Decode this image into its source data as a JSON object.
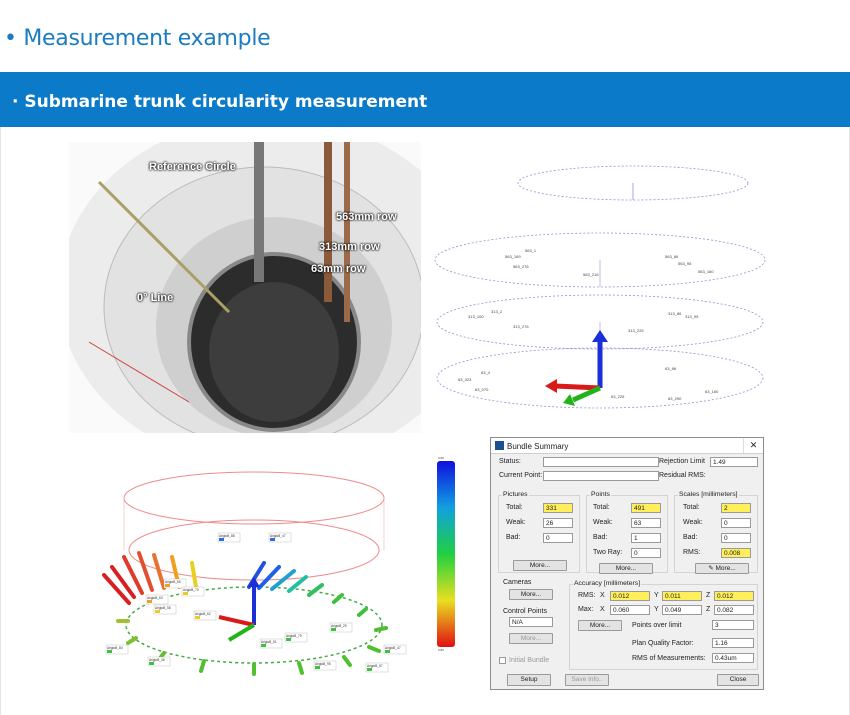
{
  "section_title": "• Measurement example",
  "banner_title": "·  Submarine trunk circularity measurement",
  "photo": {
    "labels": [
      "Reference Circle",
      "563mm row",
      "313mm row",
      "63mm row",
      "0° Line"
    ]
  },
  "wireframe": {
    "labels": [
      "563_1",
      "563_169",
      "563_276",
      "563_216",
      "563_86",
      "563_95",
      "563_160",
      "313_2",
      "313_100",
      "313_276",
      "313_225",
      "313_86",
      "313_95",
      "63_4",
      "63_323",
      "63_070",
      "63_225",
      "63_86",
      "63_290",
      "63_160"
    ]
  },
  "vector": {
    "tags": [
      "ArigloB_88",
      "ArigloB_47",
      "ArigloB_65",
      "ArigloB_70",
      "ArigloB_63",
      "ArigloB_58",
      "ArigloB_62",
      "ArigloB_84",
      "ArigloB_36",
      "ArigloB_51",
      "ArigloB_79",
      "ArigloB_29",
      "ArigloB_47",
      "ArigloB_95",
      "ArigloB_57"
    ],
    "colorbar_min": "0.80",
    "colorbar_max": "3.60"
  },
  "dialog": {
    "title": "Bundle Summary",
    "close_glyph": "✕",
    "status_label": "Status:",
    "current_point_label": "Current Point:",
    "rejection_limit_label": "Rejection Limit",
    "rejection_limit_value": "1.49",
    "residual_rms_label": "Residual RMS:",
    "pictures": {
      "title": "Pictures",
      "total_label": "Total:",
      "total": "331",
      "weak_label": "Weak:",
      "weak": "26",
      "bad_label": "Bad:",
      "bad": "0",
      "more": "More..."
    },
    "points": {
      "title": "Points",
      "total_label": "Total:",
      "total": "491",
      "weak_label": "Weak:",
      "weak": "63",
      "bad_label": "Bad:",
      "bad": "1",
      "tworay_label": "Two Ray:",
      "tworay": "0",
      "more": "More..."
    },
    "scales": {
      "title": "Scales [millimeters]",
      "total_label": "Total:",
      "total": "2",
      "weak_label": "Weak:",
      "weak": "0",
      "bad_label": "Bad:",
      "bad": "0",
      "rms_label": "RMS:",
      "rms": "0.008",
      "more": "More..."
    },
    "cameras": {
      "title": "Cameras",
      "more": "More..."
    },
    "control_points": {
      "title": "Control Points",
      "value": "N/A",
      "more": "More..."
    },
    "initial_bundle": "Initial Bundle",
    "accuracy": {
      "title": "Accuracy [millimeters]",
      "rms_label": "RMS:",
      "max_label": "Max:",
      "x_label": "X",
      "y_label": "Y",
      "z_label": "Z",
      "rms_x": "0.012",
      "rms_y": "0.011",
      "rms_z": "0.012",
      "max_x": "0.060",
      "max_y": "0.049",
      "max_z": "0.082",
      "more": "More...",
      "points_over_limit_label": "Points over limit",
      "points_over_limit": "3",
      "plan_quality_label": "Plan Quality Factor:",
      "plan_quality": "1.16",
      "rms_measurements_label": "RMS of Measurements:",
      "rms_measurements": "0.43um"
    },
    "setup": "Setup",
    "save_info": "Save Info..",
    "close": "Close"
  },
  "colors": {
    "brand_blue": "#0b7ac8",
    "title_blue": "#1a7cc1",
    "highlight_yellow": "#ffef5a"
  }
}
